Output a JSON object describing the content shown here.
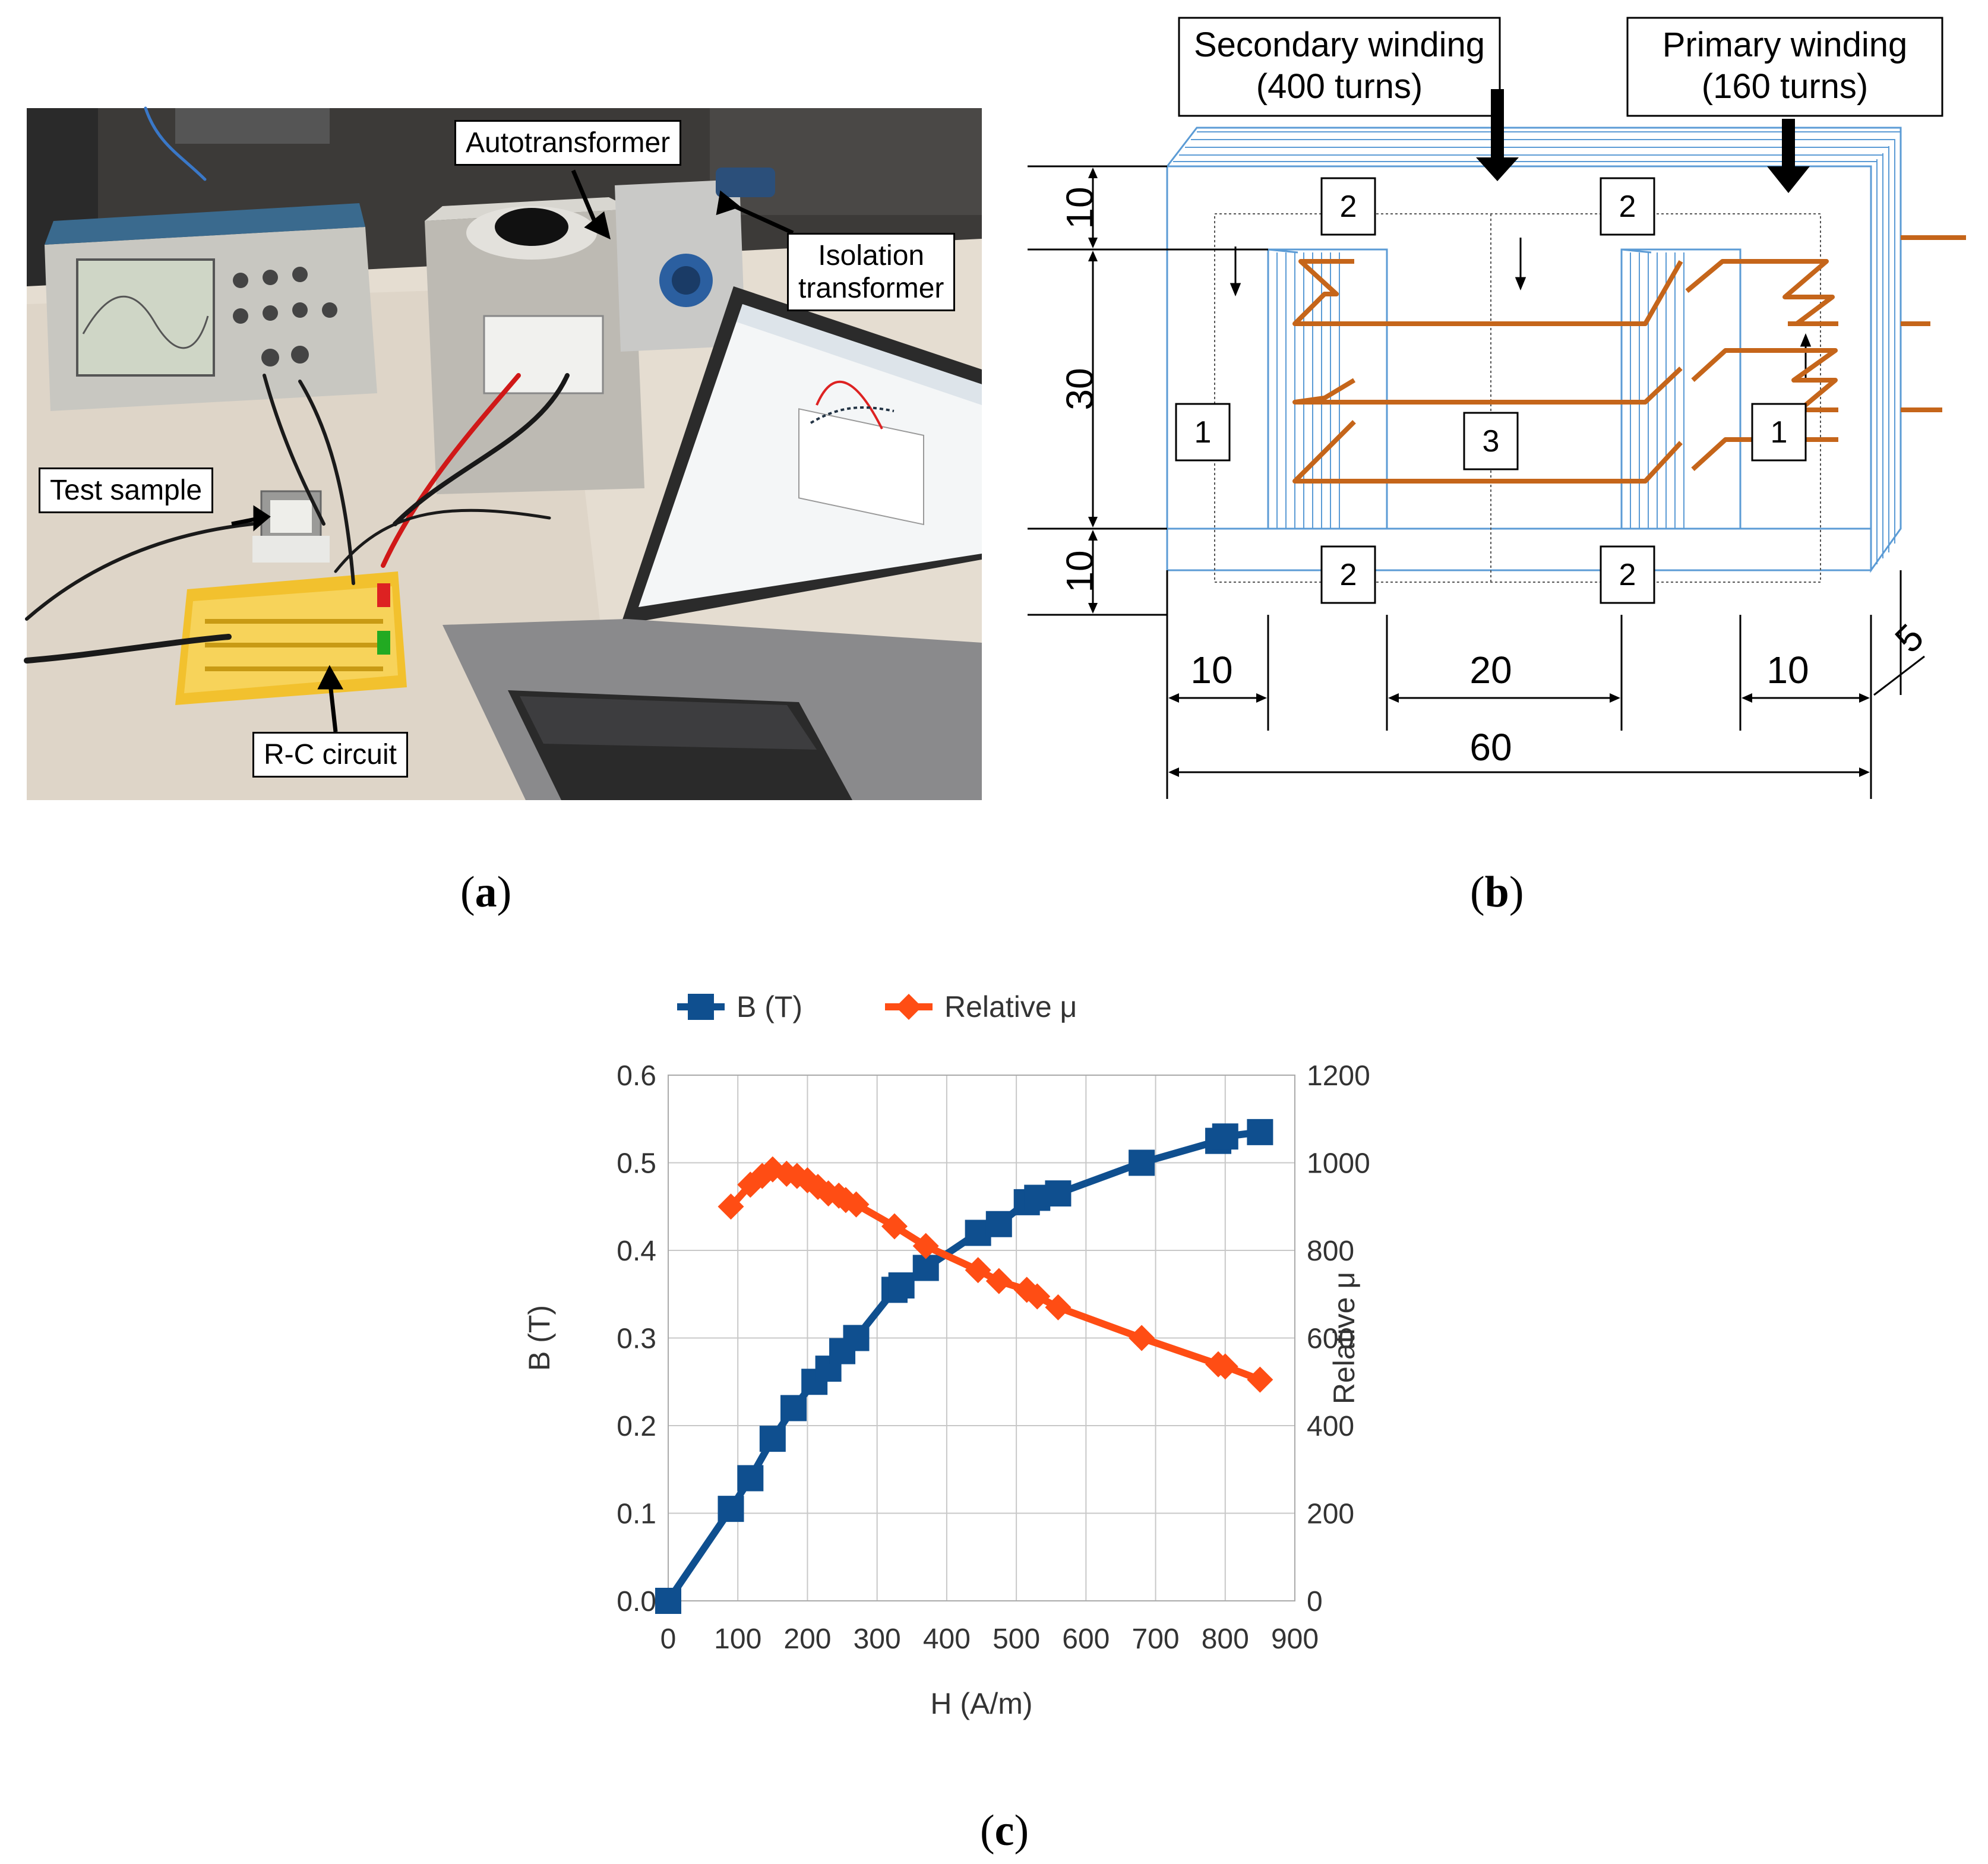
{
  "panel_a": {
    "labels": {
      "autotransformer": "Autotransformer",
      "isolation_transformer": "Isolation\ntransformer",
      "test_sample": "Test sample",
      "rc_circuit": "R-C circuit"
    },
    "caption": "a"
  },
  "panel_b": {
    "secondary_winding": "Secondary winding\n(400 turns)",
    "primary_winding": "Primary winding\n(160 turns)",
    "region_labels": [
      "1",
      "1",
      "2",
      "2",
      "2",
      "2",
      "3"
    ],
    "dimensions": {
      "top_yoke": "10",
      "window_height": "30",
      "bottom_yoke": "10",
      "left_leg": "10",
      "window_width": "20",
      "right_leg": "10",
      "total_width": "60",
      "depth": "5"
    },
    "colors": {
      "core": "#5b9bd5",
      "winding": "#c5651a"
    },
    "caption": "b"
  },
  "chart_data": {
    "type": "line",
    "xlabel": "H (A/m)",
    "ylabel": "B (T)",
    "y2label": "Relative μ",
    "xlim": [
      0,
      900
    ],
    "ylim": [
      0,
      0.6
    ],
    "y2lim": [
      0,
      1200
    ],
    "x_ticks": [
      "0",
      "100",
      "200",
      "300",
      "400",
      "500",
      "600",
      "700",
      "800",
      "900"
    ],
    "y_ticks": [
      "0.0",
      "0.1",
      "0.2",
      "0.3",
      "0.4",
      "0.5",
      "0.6"
    ],
    "y2_ticks": [
      "0",
      "200",
      "400",
      "600",
      "800",
      "1000",
      "1200"
    ],
    "grid": true,
    "legend_position": "top",
    "series": [
      {
        "name": "B (T)",
        "axis": "left",
        "color": "#0f4f8f",
        "marker": "square",
        "x": [
          0,
          90,
          118,
          150,
          180,
          210,
          230,
          250,
          270,
          325,
          335,
          370,
          445,
          475,
          515,
          530,
          560,
          680,
          790,
          800,
          850
        ],
        "y": [
          0.0,
          0.105,
          0.14,
          0.185,
          0.22,
          0.25,
          0.265,
          0.285,
          0.3,
          0.355,
          0.36,
          0.38,
          0.42,
          0.43,
          0.455,
          0.46,
          0.465,
          0.5,
          0.525,
          0.53,
          0.535
        ]
      },
      {
        "name": "Relative μ",
        "axis": "right",
        "color": "#ff4d14",
        "marker": "diamond",
        "x": [
          90,
          118,
          135,
          150,
          170,
          185,
          200,
          215,
          230,
          245,
          255,
          270,
          325,
          370,
          445,
          475,
          515,
          530,
          560,
          680,
          790,
          800,
          850
        ],
        "y": [
          900,
          950,
          970,
          985,
          975,
          970,
          960,
          945,
          930,
          925,
          915,
          905,
          855,
          810,
          755,
          730,
          710,
          695,
          670,
          600,
          540,
          535,
          505
        ]
      }
    ],
    "caption": "c"
  }
}
